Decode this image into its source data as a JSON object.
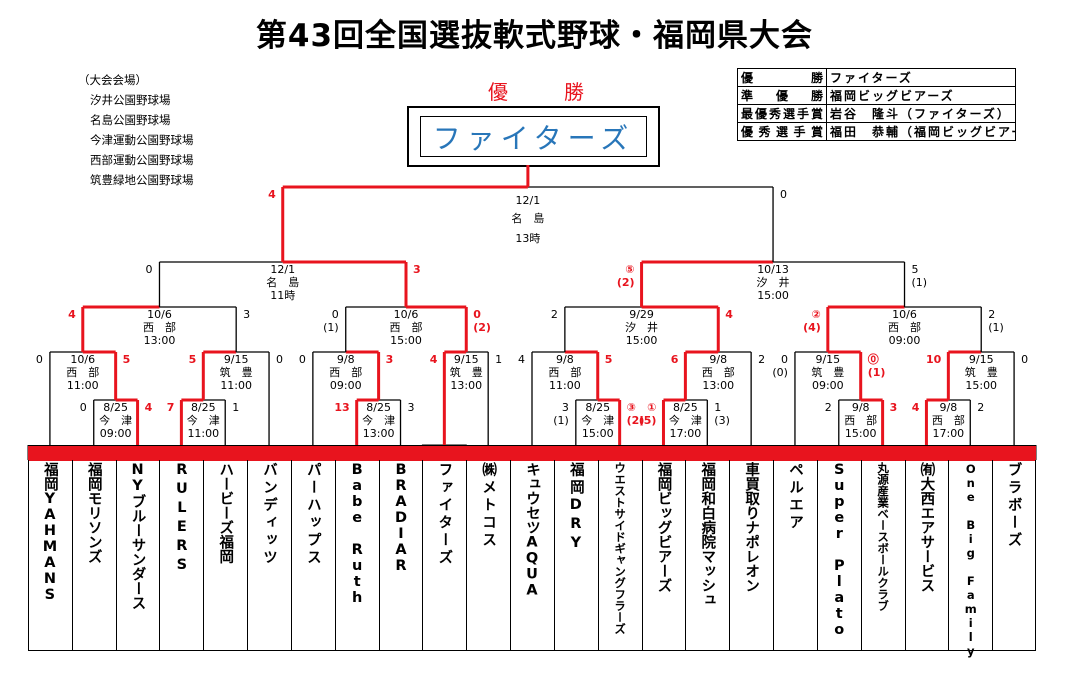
{
  "title": "第43回全国選抜軟式野球・福岡県大会",
  "venues": {
    "heading": "（大会会場）",
    "items": [
      "汐井公園野球場",
      "名島公園野球場",
      "今津運動公園野球場",
      "西部運動公園野球場",
      "筑豊緑地公園野球場"
    ]
  },
  "champion": {
    "label": "優　勝",
    "name": "ファイターズ"
  },
  "awards": [
    {
      "key": "優勝",
      "value": "ファイターズ"
    },
    {
      "key": "準優勝",
      "value": "福岡ビッグビアーズ"
    },
    {
      "key": "最優秀選手賞",
      "value": "岩谷　隆斗（ファイターズ）"
    },
    {
      "key": "優秀選手賞",
      "value": "福田　恭輔（福岡ビッグビアーズ）"
    }
  ],
  "colors": {
    "winner": "#e8141e",
    "line": "#000000",
    "champion_text": "#2876b9"
  },
  "teams": [
    {
      "no": "1",
      "name": "福岡YAHMANS"
    },
    {
      "no": "2",
      "name": "福岡モリソンズ"
    },
    {
      "no": "3",
      "name": "NYブルーサンダース"
    },
    {
      "no": "4",
      "name": "RULERS"
    },
    {
      "no": "5",
      "name": "ハービーズ福岡"
    },
    {
      "no": "6",
      "name": "バンディッツ"
    },
    {
      "no": "7",
      "name": "パーハップス"
    },
    {
      "no": "8",
      "name": "Babe Ruth"
    },
    {
      "no": "9",
      "name": "BRADIAR"
    },
    {
      "no": "10",
      "name": "ファイターズ"
    },
    {
      "no": "11",
      "name": "㈱メトコス"
    },
    {
      "no": "12",
      "name": "キュウセツAQUA"
    },
    {
      "no": "13",
      "name": "福岡DRY"
    },
    {
      "no": "14",
      "name": "ウエストサイドギャングフラーズ"
    },
    {
      "no": "15",
      "name": "福岡ビッグビアーズ"
    },
    {
      "no": "16",
      "name": "福岡和白病院マッシュ"
    },
    {
      "no": "17",
      "name": "車買取りナポレオン"
    },
    {
      "no": "18",
      "name": "ペルエア"
    },
    {
      "no": "19",
      "name": "Super Plato"
    },
    {
      "no": "20",
      "name": "丸源産業ベースボールクラブ"
    },
    {
      "no": "21",
      "name": "㈲大西エアサービス"
    },
    {
      "no": "22",
      "name": "One Big Family"
    },
    {
      "no": "23",
      "name": "ブラボーズ"
    }
  ],
  "matches": [
    {
      "id": "A",
      "date": "8/25",
      "venue": "今　津",
      "time": "09:00",
      "left_score": "0",
      "right_score": "4"
    },
    {
      "id": "B",
      "date": "8/25",
      "venue": "今　津",
      "time": "11:00",
      "left_score": "7",
      "right_score": "1"
    },
    {
      "id": "C",
      "date": "8/25",
      "venue": "今　津",
      "time": "13:00",
      "left_score": "13",
      "right_score": "3"
    },
    {
      "id": "D",
      "date": "8/25",
      "venue": "今　津",
      "time": "15:00",
      "left_score": "3",
      "left_pk": "(1)",
      "right_score": "③",
      "right_pk": "(2)"
    },
    {
      "id": "E",
      "date": "8/25",
      "venue": "今　津",
      "time": "17:00",
      "left_score": "①",
      "left_pk": "(5)",
      "right_score": "1",
      "right_pk": "(3)"
    },
    {
      "id": "F",
      "date": "9/8",
      "venue": "西　部",
      "time": "15:00",
      "left_score": "2",
      "right_score": "3"
    },
    {
      "id": "G",
      "date": "9/8",
      "venue": "西　部",
      "time": "17:00",
      "left_score": "4",
      "right_score": "2"
    },
    {
      "id": "H",
      "date": "10/6",
      "venue": "西　部",
      "time": "11:00",
      "left_score": "0",
      "right_score": "5"
    },
    {
      "id": "I",
      "date": "9/15",
      "venue": "筑　豊",
      "time": "11:00",
      "left_score": "5",
      "right_score": "0"
    },
    {
      "id": "J",
      "date": "9/8",
      "venue": "西　部",
      "time": "09:00",
      "left_score": "0",
      "right_score": "3"
    },
    {
      "id": "K",
      "date": "9/15",
      "venue": "筑　豊",
      "time": "13:00",
      "left_score": "4",
      "right_score": "1"
    },
    {
      "id": "L",
      "date": "9/8",
      "venue": "西　部",
      "time": "11:00",
      "left_score": "4",
      "right_score": "5"
    },
    {
      "id": "M",
      "date": "9/8",
      "venue": "西　部",
      "time": "13:00",
      "left_score": "6",
      "right_score": "2"
    },
    {
      "id": "N",
      "date": "9/15",
      "venue": "筑　豊",
      "time": "09:00",
      "left_score": "0",
      "left_pk": "(0)",
      "right_score": "⓪",
      "right_pk": "(1)"
    },
    {
      "id": "O",
      "date": "9/15",
      "venue": "筑　豊",
      "time": "15:00",
      "left_score": "10",
      "right_score": "0"
    },
    {
      "id": "P",
      "date": "10/6",
      "venue": "西　部",
      "time": "13:00",
      "left_score": "4",
      "right_score": "3"
    },
    {
      "id": "Q",
      "date": "10/6",
      "venue": "西　部",
      "time": "15:00",
      "left_score": "0",
      "left_pk": "(1)",
      "right_score": "0",
      "right_pk": "(2)"
    },
    {
      "id": "R",
      "date": "9/29",
      "venue": "汐　井",
      "time": "15:00",
      "left_score": "2",
      "right_score": "4"
    },
    {
      "id": "S",
      "date": "10/6",
      "venue": "西　部",
      "time": "09:00",
      "left_score": "②",
      "left_pk": "(4)",
      "right_score": "2",
      "right_pk": "(1)"
    },
    {
      "id": "T",
      "date": "12/1",
      "venue": "名　島",
      "time": "11時",
      "left_score": "0",
      "right_score": "3"
    },
    {
      "id": "U",
      "date": "10/13",
      "venue": "汐　井",
      "time": "15:00",
      "left_score": "⑤",
      "left_pk": "(2)",
      "right_score": "5",
      "right_pk": "(1)"
    },
    {
      "id": "V",
      "date": "12/1",
      "venue": "名　島",
      "time": "13時",
      "left_score": "4",
      "right_score": "0"
    }
  ]
}
